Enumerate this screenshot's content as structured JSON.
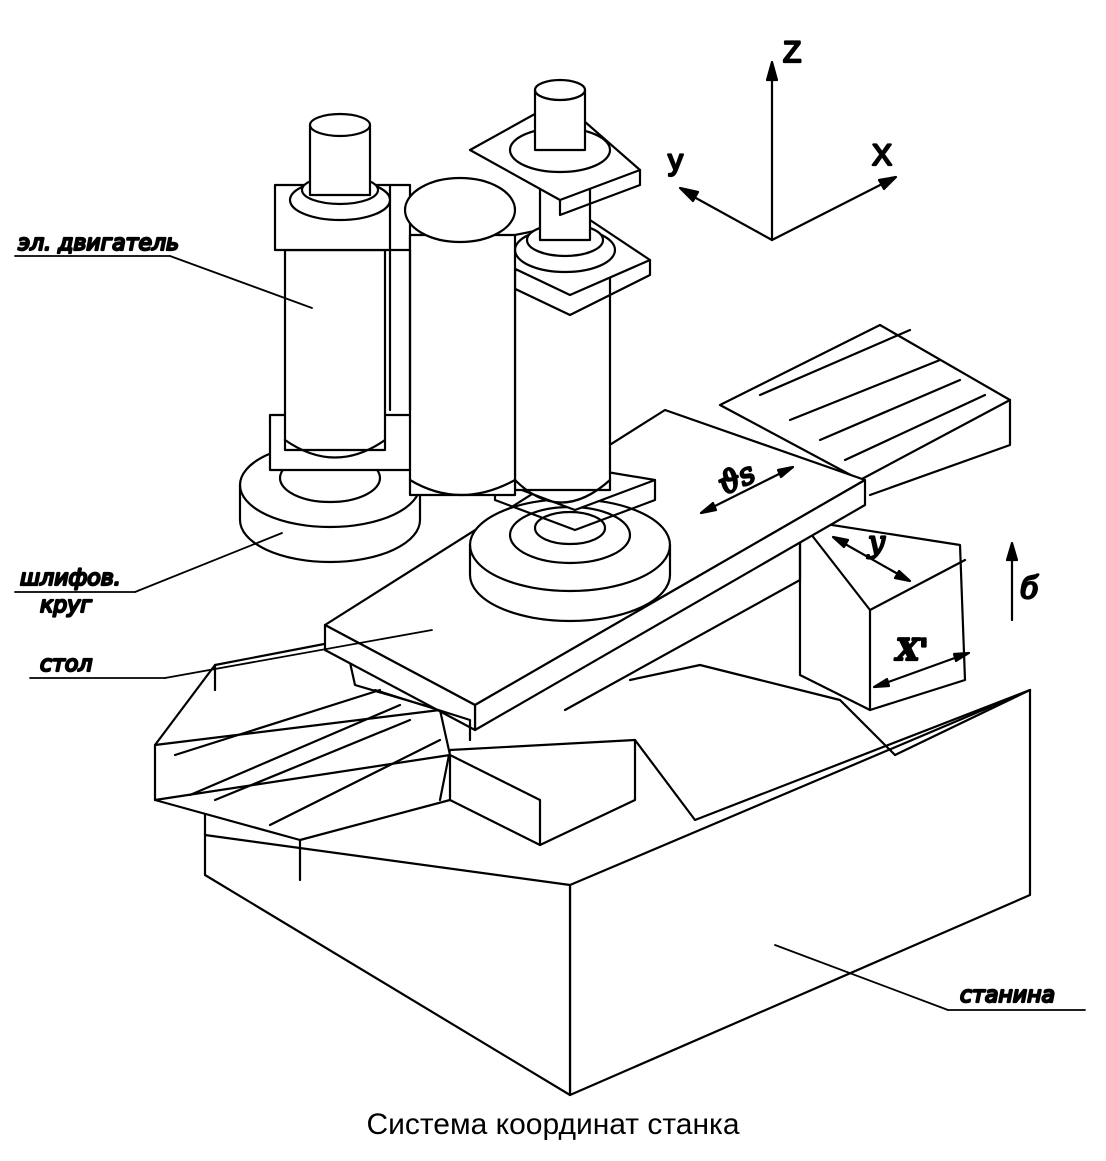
{
  "caption": "Система координат станка",
  "axes": {
    "z": "Z",
    "y": "y",
    "x": "X"
  },
  "labels": {
    "motor": "эл. двигатель",
    "wheel_line1": "шлифов.",
    "wheel_line2": "круг",
    "table": "стол",
    "bed": "станина"
  },
  "motion": {
    "vs": "ϑs",
    "y": "y",
    "x_prime": "X'",
    "b": "б"
  },
  "colors": {
    "ink": "#000000",
    "paper": "#ffffff"
  }
}
